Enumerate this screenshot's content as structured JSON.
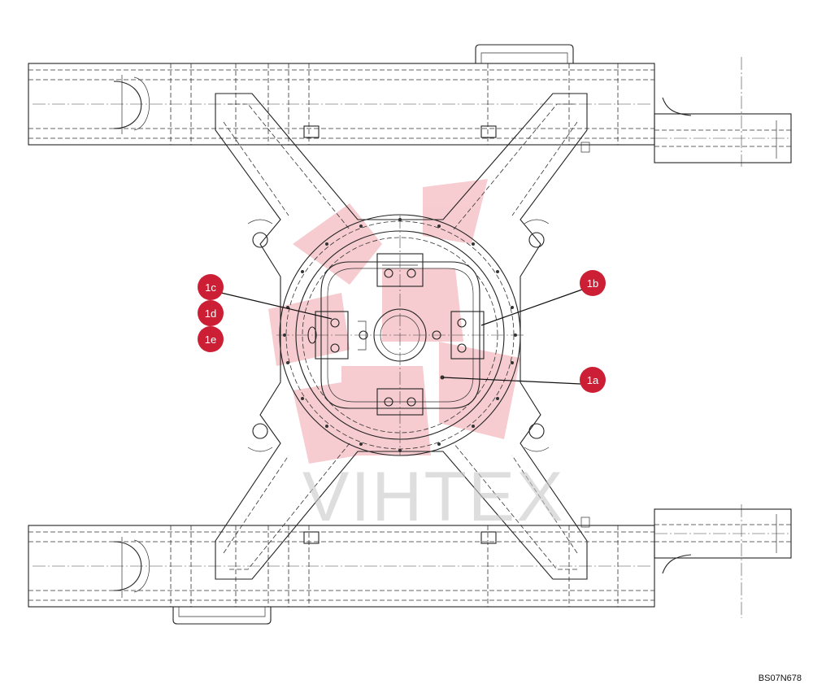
{
  "callouts": [
    {
      "id": "1a",
      "label": "1a"
    },
    {
      "id": "1b",
      "label": "1b"
    },
    {
      "id": "1c",
      "label": "1c"
    },
    {
      "id": "1d",
      "label": "1d"
    },
    {
      "id": "1e",
      "label": "1e"
    }
  ],
  "watermark": {
    "text": "VIHTEX",
    "color": "#c9c9c9",
    "seal_color": "#e8707a"
  },
  "reference_code": "BS07N678",
  "colors": {
    "callout": "#cc1f35",
    "line": "#222222"
  }
}
